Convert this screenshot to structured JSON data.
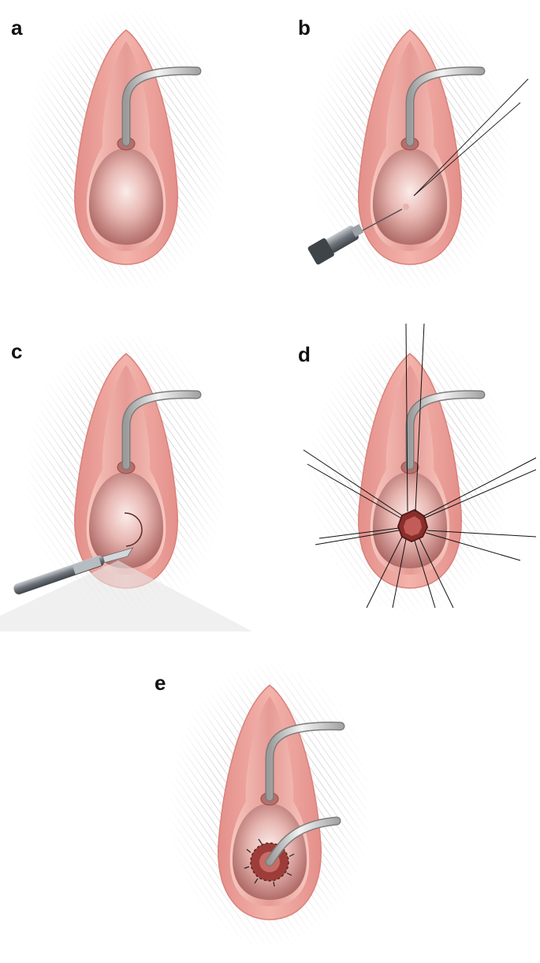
{
  "panels": [
    {
      "id": "a",
      "label": "a",
      "step": "catheter-in-place"
    },
    {
      "id": "b",
      "label": "b",
      "step": "needle-injection"
    },
    {
      "id": "c",
      "label": "c",
      "step": "scalpel-incision"
    },
    {
      "id": "d",
      "label": "d",
      "step": "stay-sutures"
    },
    {
      "id": "e",
      "label": "e",
      "step": "second-catheter-sutured"
    }
  ],
  "colors": {
    "background": "#ffffff",
    "skin_hatch": "#c9c9c9",
    "outer_lip": "#e79a95",
    "inner_lip": "#f2b8b0",
    "cavity": "#c98985",
    "cavity_highlight": "#f7e3e0",
    "catheter": "#d7d7d7",
    "catheter_outline": "#888888",
    "suture": "#111111",
    "instrument": "#7a7f86"
  },
  "icons": [
    "catheter-icon",
    "needle-icon",
    "scalpel-icon",
    "suture-icon"
  ]
}
